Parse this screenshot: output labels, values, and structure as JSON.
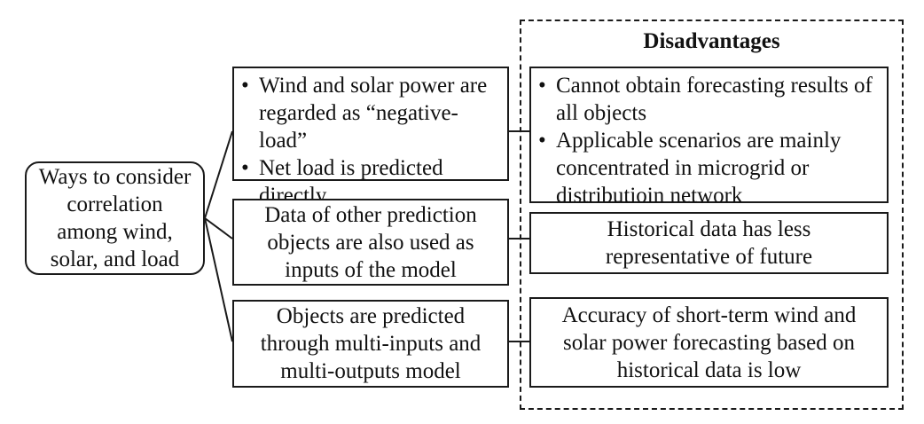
{
  "root": {
    "text": [
      "Ways to consider",
      "correlation",
      "among wind,",
      "solar, and load"
    ]
  },
  "disadvantages_heading": "Disadvantages",
  "methods": [
    {
      "bullets": [
        "Wind and solar power are regarded as “negative-load”",
        "Net load is predicted directly"
      ]
    },
    {
      "text": [
        "Data of other prediction",
        "objects are also used as",
        "inputs of the model"
      ]
    },
    {
      "text": [
        "Objects are predicted",
        "through multi-inputs and",
        "multi-outputs model"
      ]
    }
  ],
  "disadvantages": [
    {
      "bullets": [
        "Cannot obtain forecasting results of all objects",
        "Applicable scenarios are mainly concentrated in microgrid or distributioin network"
      ]
    },
    {
      "text": [
        "Historical data has less",
        "representative of future"
      ]
    },
    {
      "text": [
        "Accuracy of short-term wind and",
        "solar power forecasting based on",
        "historical data is low"
      ]
    }
  ],
  "bullet_glyph": "•"
}
